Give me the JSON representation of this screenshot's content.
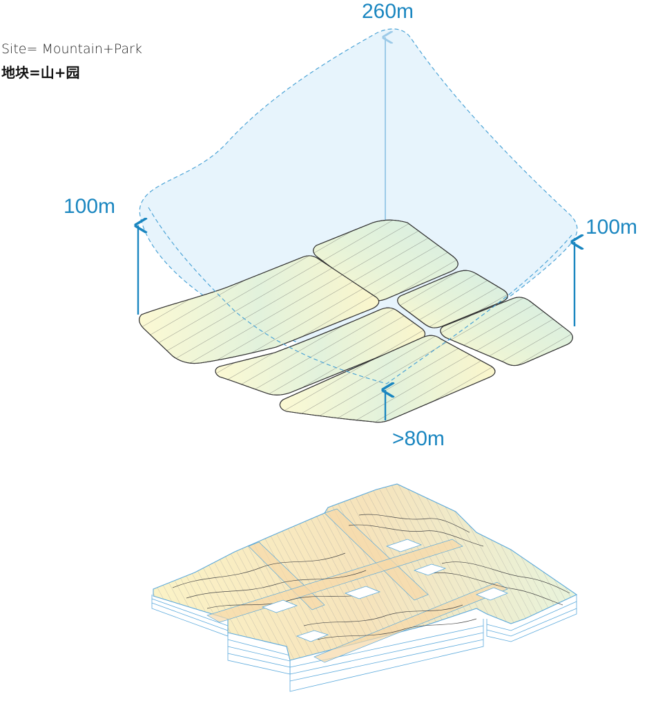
{
  "title": {
    "en": "Site= Mountain+Park",
    "zh": "地块=山+园"
  },
  "heights": {
    "peak": "260m",
    "left": "100m",
    "right": "100m",
    "bottom": ">80m"
  },
  "colors": {
    "accent": "#1a86c0",
    "envelope_fill": "#dff0fb",
    "envelope_stroke": "#4ba3d6",
    "plot_yellow": "#fbf8cf",
    "plot_green": "#d9efd9",
    "plot_outline": "#333333",
    "text": "#222222"
  }
}
